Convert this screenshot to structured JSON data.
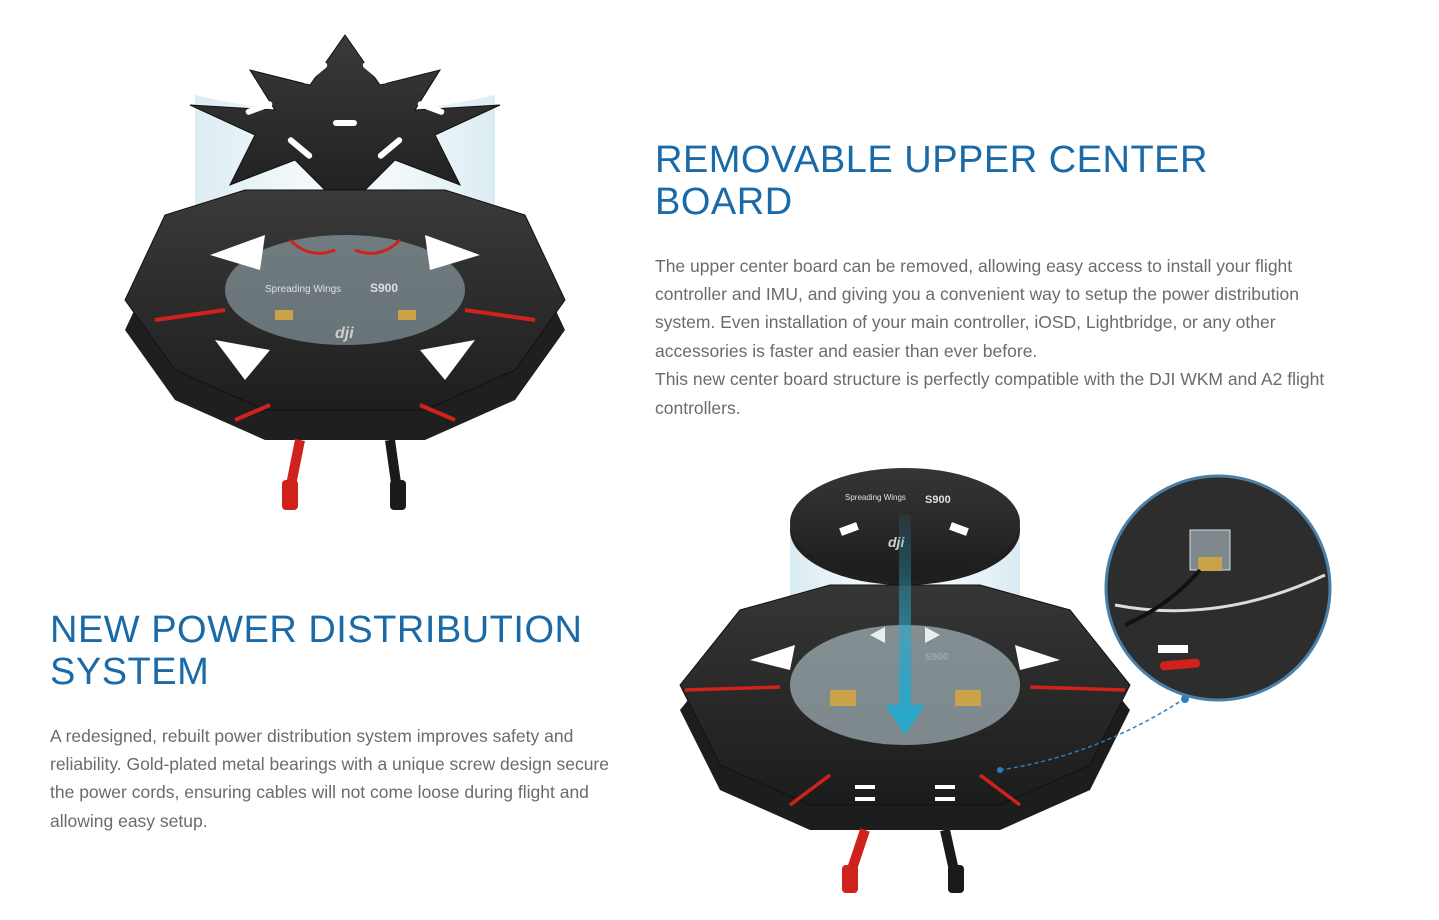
{
  "section_top": {
    "title": "REMOVABLE UPPER CENTER BOARD",
    "paragraph_1": "The upper center board can be removed, allowing easy access to install your flight controller and IMU, and giving you a convenient way to setup the power distribution system. Even installation of your main controller, iOSD, Lightbridge, or any other accessories is faster and easier than ever before.",
    "paragraph_2": "This new center board structure is perfectly compatible with the DJI WKM and A2 flight controllers."
  },
  "section_bottom": {
    "title": "NEW POWER DISTRIBUTION SYSTEM",
    "paragraph": "A redesigned, rebuilt power distribution system improves safety and reliability. Gold-plated metal bearings with a unique screw design secure the power cords, ensuring cables will not come loose during flight and allowing easy setup."
  },
  "illustration_top": {
    "logo_text": "dji",
    "badge_text": "Spreading Wings",
    "model_text": "S900"
  },
  "illustration_bottom": {
    "logo_text": "dji",
    "badge_text": "Spreading Wings",
    "model_text": "S900",
    "ghost_model_text": "S900"
  },
  "colors": {
    "heading": "#1a6aa8",
    "body": "#6b6b6b",
    "carbon": "#2b2b2b",
    "accent_blue": "#2aa7c9",
    "wire_red": "#d0221c"
  }
}
